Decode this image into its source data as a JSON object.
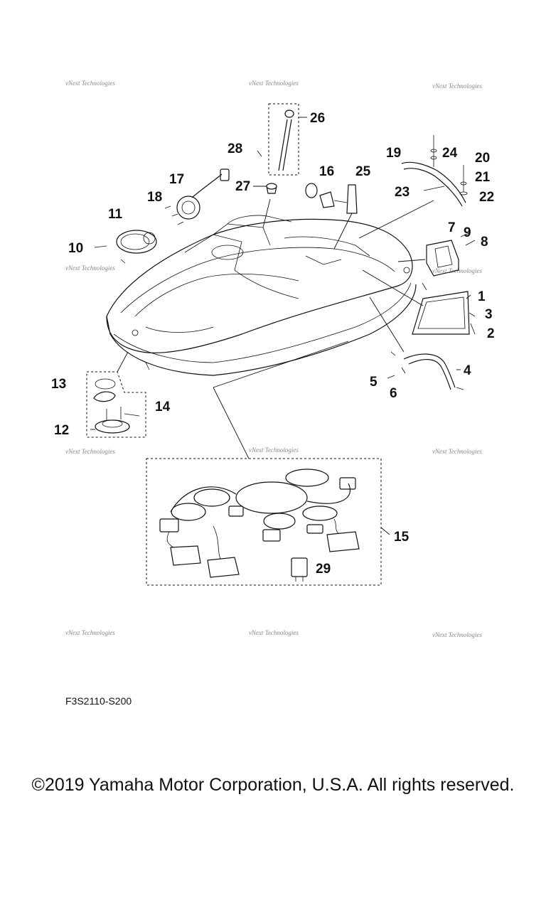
{
  "diagram": {
    "code": "F3S2110-S200",
    "copyright": "©2019 Yamaha Motor Corporation, U.S.A. All rights reserved.",
    "watermark": "vNext Technologies",
    "callouts": {
      "c1": "1",
      "c2": "2",
      "c3": "3",
      "c4": "4",
      "c5": "5",
      "c6": "6",
      "c7": "7",
      "c8": "8",
      "c9": "9",
      "c10": "10",
      "c11": "11",
      "c12": "12",
      "c13": "13",
      "c14": "14",
      "c15": "15",
      "c16": "16",
      "c17": "17",
      "c18": "18",
      "c19": "19",
      "c20": "20",
      "c21": "21",
      "c22": "22",
      "c23": "23",
      "c24": "24",
      "c25": "25",
      "c26": "26",
      "c27": "27",
      "c28": "28",
      "c29": "29"
    }
  }
}
